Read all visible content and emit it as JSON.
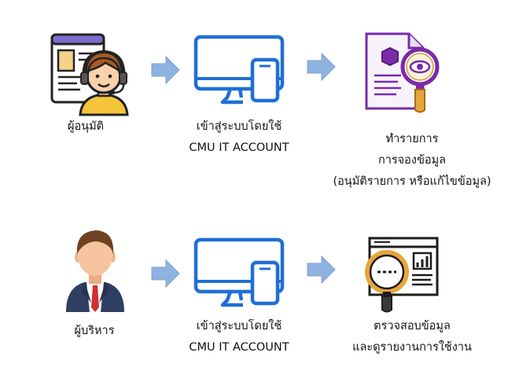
{
  "rows": [
    {
      "role_label": "ผู้อนุมัติ",
      "login_lines": [
        "เข้าสู่ระบบโดยใช้",
        "CMU IT ACCOUNT"
      ],
      "result_lines": [
        "ทำรายการ",
        "การจองข้อมูล",
        "(อนุมัติรายการ หรือแก้ไขข้อมูล)"
      ]
    },
    {
      "role_label": "ผู้บริหาร",
      "login_lines": [
        "เข้าสู่ระบบโดยใช้",
        "CMU IT ACCOUNT"
      ],
      "result_lines": [
        "ตรวจสอบข้อมูล",
        "และดูรายงานการใช้งาน"
      ]
    }
  ],
  "icons": {
    "approver": "approver-headset-icon",
    "executive": "executive-avatar-icon",
    "device": "monitor-phone-icon",
    "review_doc": "document-magnifier-icon",
    "report": "report-magnifier-icon",
    "arrow": "arrow-right-icon"
  },
  "colors": {
    "arrow": "#8fb3e0",
    "device": "#1f6fd6"
  }
}
